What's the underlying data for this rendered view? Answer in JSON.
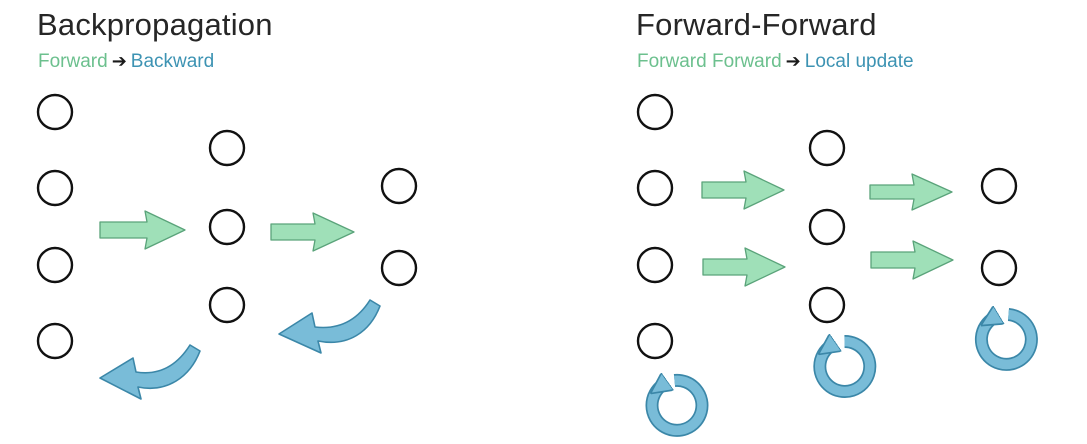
{
  "backprop": {
    "title": "Backpropagation",
    "subtitle_left": "Forward",
    "subtitle_arrow": "➔",
    "subtitle_right": "Backward"
  },
  "forward_forward": {
    "title": "Forward-Forward",
    "subtitle_left": "Forward Forward",
    "subtitle_arrow": "➔",
    "subtitle_right": "Local update"
  },
  "colors": {
    "forward_arrow": "#9fe0b8",
    "backward_arrow": "#79bcd8",
    "node_stroke": "#111111",
    "subtitle_green": "#6cc08e",
    "subtitle_blue": "#3d93b3"
  },
  "structure": {
    "backprop_layers": [
      4,
      3,
      2
    ],
    "forward_forward_layers": [
      4,
      3,
      2
    ]
  }
}
